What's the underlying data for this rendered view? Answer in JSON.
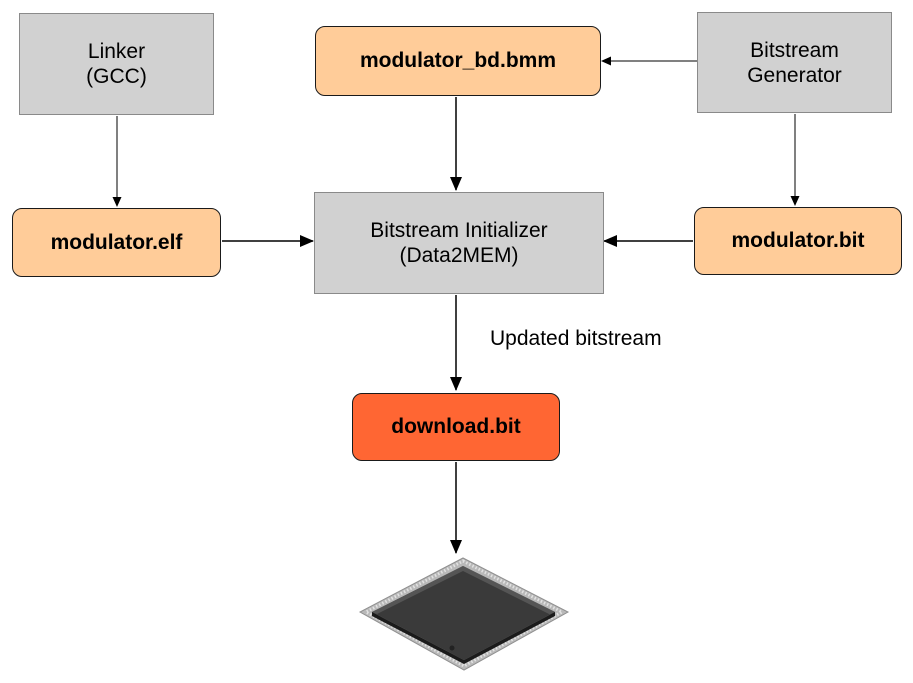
{
  "nodes": {
    "linker": {
      "line1": "Linker",
      "line2": "(GCC)"
    },
    "bmm": {
      "label": "modulator_bd.bmm"
    },
    "bitgen": {
      "line1": "Bitstream",
      "line2": "Generator"
    },
    "elf": {
      "label": "modulator.elf"
    },
    "initializer": {
      "line1": "Bitstream Initializer",
      "line2": "(Data2MEM)"
    },
    "bit": {
      "label": "modulator.bit"
    },
    "download": {
      "label": "download.bit"
    }
  },
  "edges": {
    "initializer_to_download": {
      "label": "Updated bitstream"
    }
  },
  "colors": {
    "process_fill": "#d1d1d1",
    "file_fill": "#ffcc99",
    "output_fill": "#ff6633"
  },
  "icons": {
    "chip": "fpga-chip-icon"
  }
}
